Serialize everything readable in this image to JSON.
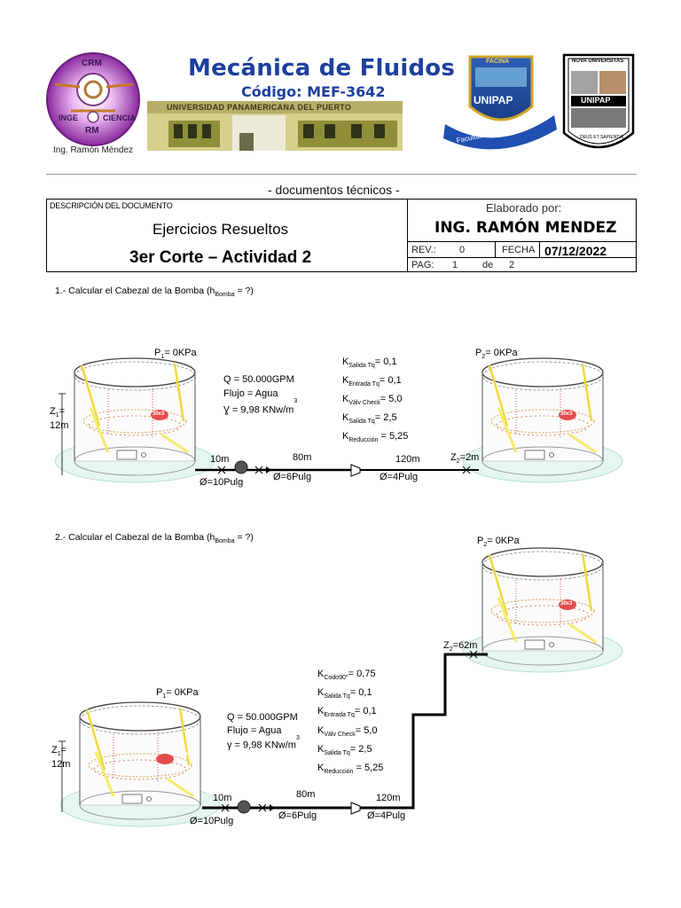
{
  "header": {
    "course_title": "Mecánica de Fluidos",
    "course_code": "Código: MEF-3642",
    "building_sign": "UNIVERSIDAD PANAMERICANA DEL PUERTO",
    "logo_left_text": [
      "CRM",
      "INGE",
      "CIENCIA",
      "RM"
    ],
    "author_caption": "Ing. Ramón Méndez",
    "faculty_logo_text": [
      "FACINA",
      "UNIPAP",
      "Facultad de Ingeniería"
    ],
    "university_logo_text": [
      "NOVA UNIVERSITAS",
      "UNIPAP",
      "DEUS ET SAPIENTIA"
    ],
    "docs_caption": "- documentos técnicos -"
  },
  "doc_table": {
    "desc_label": "DESCRIPCIÓN DEL DOCUMENTO",
    "title": "Ejercicios Resueltos",
    "subtitle": "3er Corte – Actividad 2",
    "prepared_label": "Elaborado por:",
    "author": "ING. RAMÓN MENDEZ",
    "rev_label": "REV.:",
    "rev_value": "0",
    "date_label": "FECHA",
    "date_value": "07/12/2022",
    "page_label": "PAG:",
    "page_value": "1",
    "page_of": "de",
    "page_total": "2"
  },
  "problems": [
    {
      "question_prefix": "1.- Calcular el Cabezal de la Bomba (h",
      "question_sub": "Bomba",
      "question_suffix": " = ?)",
      "p1": "P",
      "p1_sub": "1",
      "p1_val": "= 0KPa",
      "p2": "P",
      "p2_sub": "2",
      "p2_val": "= 0KPa",
      "q": "Q = 50.000GPM",
      "fluid": "Flujo = Agua",
      "gamma": "Ɣ = 9,98 KNw/m",
      "gamma_exp": "3",
      "z1": "Z",
      "z1_sub": "1",
      "z1_eq": "=",
      "z1_val": "12m",
      "z2": "Z",
      "z2_sub": "2",
      "z2_val": "=2m",
      "l1": "10m",
      "l2": "80m",
      "l3": "120m",
      "d1": "Ø=10Pulg",
      "d2": "Ø=6Pulg",
      "d3": "Ø=4Pulg",
      "tank_badge": "30x3",
      "k": [
        {
          "sub": "Salida Tq",
          "val": "= 0,1"
        },
        {
          "sub": "Entrada Tq",
          "val": "= 0,1"
        },
        {
          "sub": "Válv Check",
          "val": "= 5,0"
        },
        {
          "sub": "Salida Tq",
          "val": "= 2,5"
        },
        {
          "sub": "Reducción",
          "val": " = 5,25"
        }
      ]
    },
    {
      "question_prefix": "2.- Calcular el Cabezal de la Bomba (h",
      "question_sub": "Bomba",
      "question_suffix": " = ?)",
      "p1": "P",
      "p1_sub": "1",
      "p1_val": "= 0KPa",
      "p2": "P",
      "p2_sub": "2",
      "p2_val": "= 0KPa",
      "q": "Q = 50.000GPM",
      "fluid": "Flujo = Agua",
      "gamma": "γ = 9,98 KNw/m",
      "gamma_exp": "3",
      "z1": "Z",
      "z1_sub": "1",
      "z1_eq": "=",
      "z1_val": "12m",
      "z2": "Z",
      "z2_sub": "2",
      "z2_val": "=62m",
      "l1": "10m",
      "l2": "80m",
      "l3": "120m",
      "d1": "Ø=10Pulg",
      "d2": "Ø=6Pulg",
      "d3": "Ø=4Pulg",
      "tank_badge": "30x3",
      "k": [
        {
          "sub": "Codo90°",
          "val": "= 0,75"
        },
        {
          "sub": "Salida Tq",
          "val": "= 0,1"
        },
        {
          "sub": "Entrada Tq",
          "val": "= 0,1"
        },
        {
          "sub": "Válv Check",
          "val": "= 5,0"
        },
        {
          "sub": "Salida Tq",
          "val": "= 2,5"
        },
        {
          "sub": "Reducción",
          "val": " = 5,25"
        }
      ]
    }
  ]
}
